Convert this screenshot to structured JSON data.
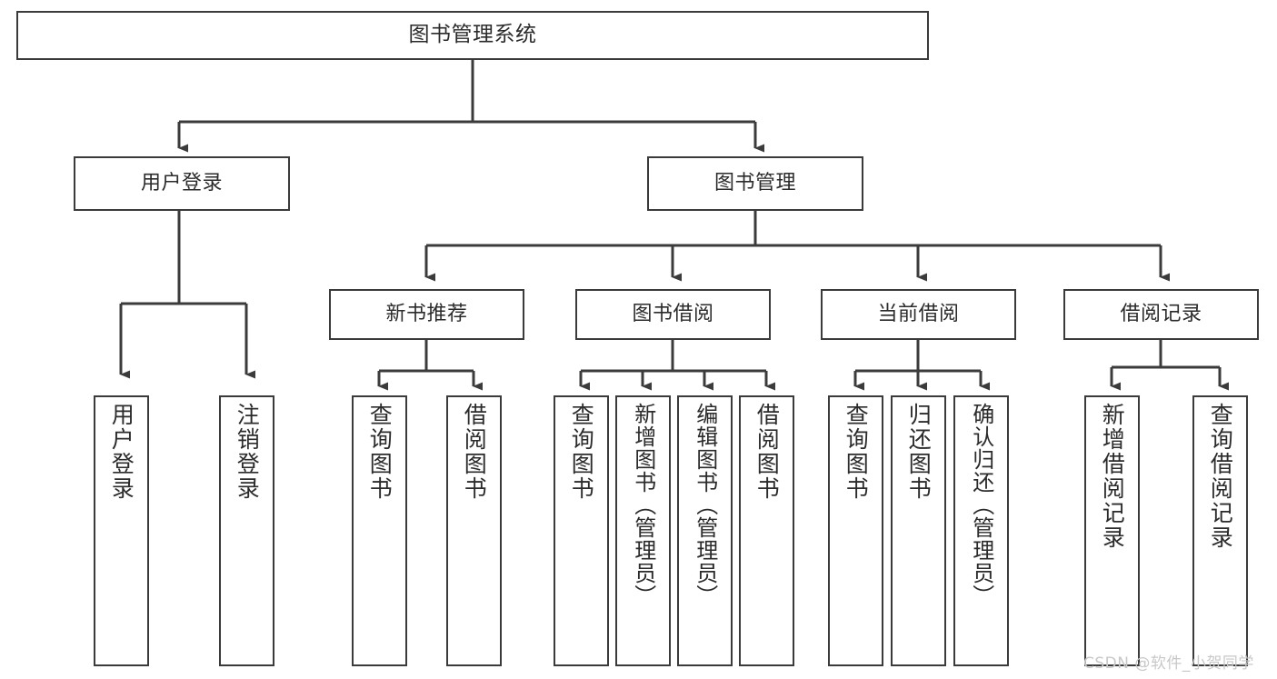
{
  "diagram": {
    "title": "图书管理系统",
    "type": "tree-hierarchy-chart",
    "background_color": "#ffffff",
    "box_border_color": "#3b3b3b",
    "edge_color": "#3b3b3b",
    "text_color": "#2b2b2b"
  },
  "nodes": {
    "root": {
      "label": "图书管理系统"
    },
    "level1": [
      {
        "label": "用户登录"
      },
      {
        "label": "图书管理"
      }
    ],
    "level2": [
      {
        "label": "新书推荐"
      },
      {
        "label": "图书借阅"
      },
      {
        "label": "当前借阅"
      },
      {
        "label": "借阅记录"
      }
    ],
    "leaves_user_login": [
      {
        "label": "用户登录"
      },
      {
        "label": "注销登录"
      }
    ],
    "leaves_new_books": [
      {
        "label": "查询图书"
      },
      {
        "label": "借阅图书"
      }
    ],
    "leaves_borrow": [
      {
        "label": "查询图书"
      },
      {
        "label": "新增图书（管理员）"
      },
      {
        "label": "编辑图书（管理员）"
      },
      {
        "label": "借阅图书"
      }
    ],
    "leaves_current": [
      {
        "label": "查询图书"
      },
      {
        "label": "归还图书"
      },
      {
        "label": "确认归还（管理员）"
      }
    ],
    "leaves_records": [
      {
        "label": "新增借阅记录"
      },
      {
        "label": "查询借阅记录"
      }
    ]
  },
  "watermark": {
    "text": "CSDN @软件_小贺同学"
  }
}
